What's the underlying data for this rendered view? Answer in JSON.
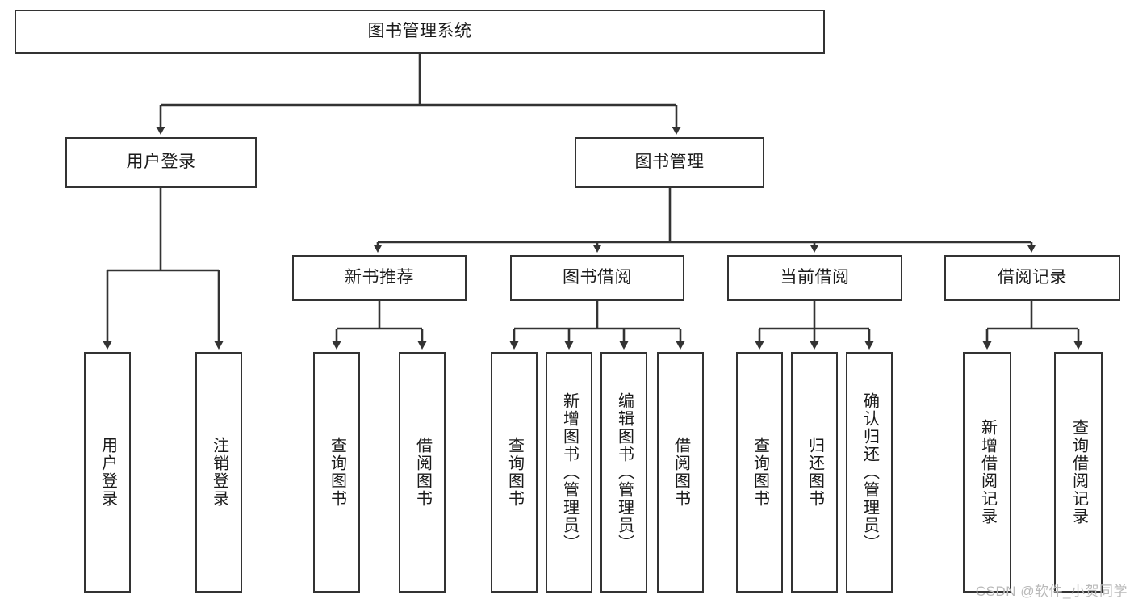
{
  "diagram": {
    "title": "图书管理系统",
    "type": "tree-hierarchy",
    "colors": {
      "box_border": "#333333",
      "box_fill": "#ffffff",
      "edge": "#333333",
      "text": "#1b1b1b",
      "watermark": "#b9b9b9"
    },
    "root": {
      "label": "图书管理系统"
    },
    "level2": [
      {
        "label": "用户登录"
      },
      {
        "label": "图书管理"
      }
    ],
    "level3": [
      {
        "label": "新书推荐"
      },
      {
        "label": "图书借阅"
      },
      {
        "label": "当前借阅"
      },
      {
        "label": "借阅记录"
      }
    ],
    "leaves_user_login": [
      {
        "label": "用户登录"
      },
      {
        "label": "注销登录"
      }
    ],
    "leaves_new_book": [
      {
        "label": "查询图书"
      },
      {
        "label": "借阅图书"
      }
    ],
    "leaves_borrow": [
      {
        "label": "查询图书"
      },
      {
        "label": "新增图书（管理员）"
      },
      {
        "label": "编辑图书（管理员）"
      },
      {
        "label": "借阅图书"
      }
    ],
    "leaves_current": [
      {
        "label": "查询图书"
      },
      {
        "label": "归还图书"
      },
      {
        "label": "确认归还（管理员）"
      }
    ],
    "leaves_records": [
      {
        "label": "新增借阅记录"
      },
      {
        "label": "查询借阅记录"
      }
    ]
  },
  "watermark": {
    "text": "CSDN @软件_小贺同学"
  }
}
